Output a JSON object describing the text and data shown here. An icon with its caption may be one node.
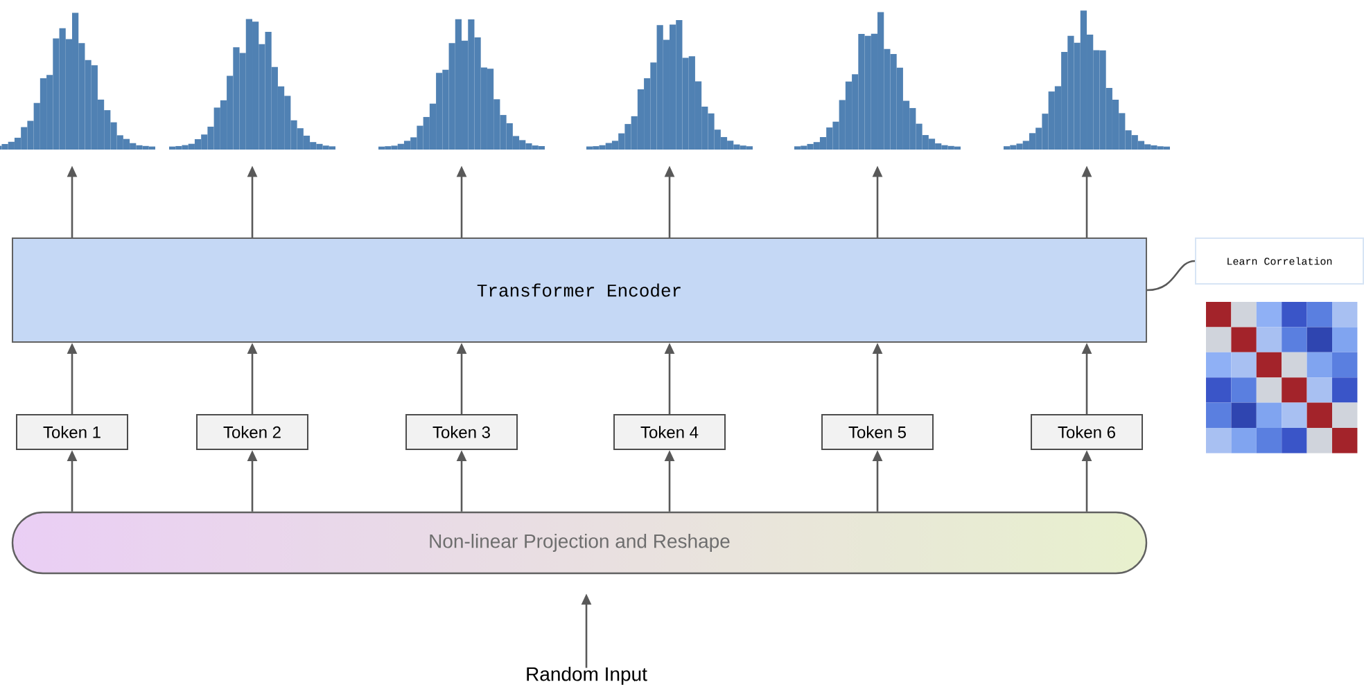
{
  "diagram": {
    "nodes": [
      {
        "text": [
          "Random Input"
        ]
      },
      {
        "text": [
          "Non-linear Projection and Reshape"
        ]
      },
      {
        "text": [
          "Token 1"
        ]
      },
      {
        "text": [
          "Token 2"
        ]
      },
      {
        "text": [
          "Token 3"
        ]
      },
      {
        "text": [
          "Token 4"
        ]
      },
      {
        "text": [
          "Token 5"
        ]
      },
      {
        "text": [
          "Token 6"
        ]
      },
      {
        "text": [
          "Transformer Encoder"
        ]
      },
      {
        "text": [],
        "shape": "picture"
      },
      {
        "text": [],
        "shape": "picture"
      },
      {
        "text": [],
        "shape": "picture"
      },
      {
        "text": [],
        "shape": "picture"
      },
      {
        "text": [],
        "shape": "picture"
      },
      {
        "text": [],
        "shape": "picture"
      },
      {
        "text": [
          "Learn Correlation"
        ]
      }
    ],
    "edges": [
      {
        "from": 0,
        "to": 1,
        "arrow": "to"
      },
      {
        "from": 1,
        "to": 2,
        "arrow": "to"
      },
      {
        "from": 1,
        "to": 3,
        "arrow": "to"
      },
      {
        "from": 1,
        "to": 4,
        "arrow": "to"
      },
      {
        "from": 1,
        "to": 5,
        "arrow": "to"
      },
      {
        "from": 1,
        "to": 6,
        "arrow": "to"
      },
      {
        "from": 1,
        "to": 7,
        "arrow": "to"
      },
      {
        "from": 2,
        "to": 8,
        "arrow": "to"
      },
      {
        "from": 3,
        "to": 8,
        "arrow": "to"
      },
      {
        "from": 4,
        "to": 8,
        "arrow": "to"
      },
      {
        "from": 5,
        "to": 8,
        "arrow": "to"
      },
      {
        "from": 6,
        "to": 8,
        "arrow": "to"
      },
      {
        "from": 7,
        "to": 8,
        "arrow": "to"
      },
      {
        "from": 8,
        "to": 9,
        "arrow": "to"
      },
      {
        "from": 8,
        "to": 10,
        "arrow": "to"
      },
      {
        "from": 8,
        "to": 11,
        "arrow": "to"
      },
      {
        "from": 8,
        "to": 12,
        "arrow": "to"
      },
      {
        "from": 8,
        "to": 13,
        "arrow": "to"
      },
      {
        "from": 8,
        "to": 14,
        "arrow": "to"
      },
      {
        "from": 8,
        "to": 15,
        "arrow": "none"
      }
    ]
  }
}
